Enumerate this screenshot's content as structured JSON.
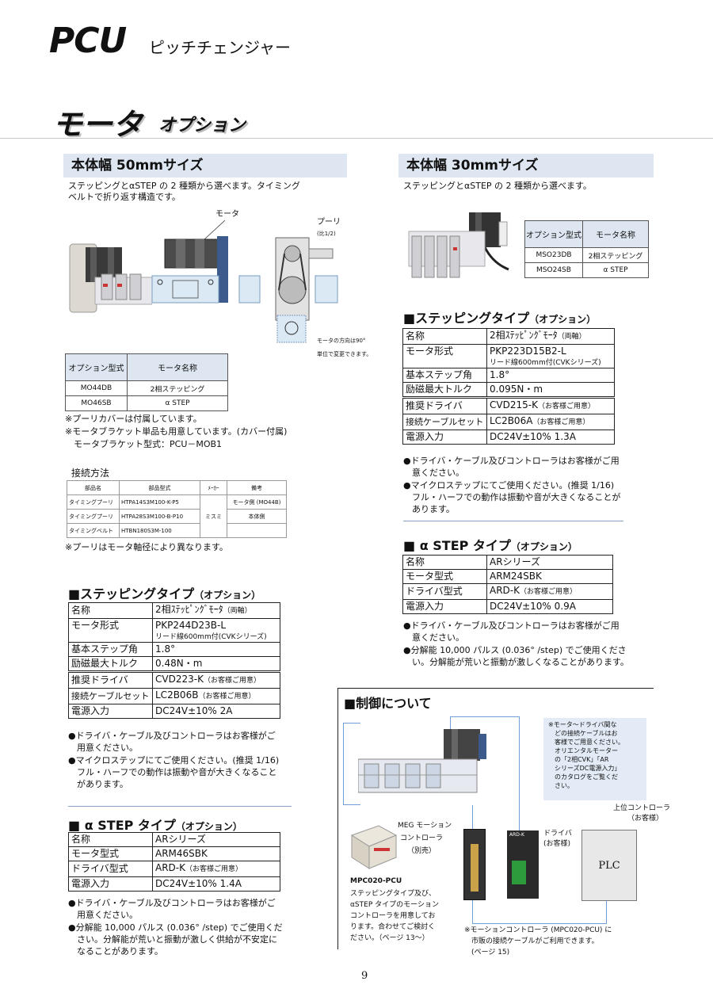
{
  "header": {
    "logo": "PCU",
    "subtitle": "ピッチチェンジャー",
    "title": "モータ",
    "title_suffix": "オプション"
  },
  "left": {
    "section_title": "本体幅 50mmサイズ",
    "intro": [
      "ステッピングとαSTEP の 2 種類から選べます。タイミング",
      "ベルトで折り返す構造です。"
    ],
    "diagram_labels": {
      "motor": "モータ",
      "pulley": "プーリ",
      "pulley_ratio": "(比1/2)",
      "orientation_note": [
        "モータの方向は90°",
        "単位で変更できます。"
      ]
    },
    "option_table": {
      "headers": [
        "オプション型式",
        "モータ名称"
      ],
      "rows": [
        [
          "MO44DB",
          "2相ステッピング"
        ],
        [
          "MO46SB",
          "α STEP"
        ]
      ]
    },
    "notes": [
      "※プーリカバーは付属しています。",
      "※モータブラケット単品も用意しています。(カバー付属)",
      "　モータブラケット型式：PCU－MOB1"
    ],
    "connection": {
      "title": "接続方法",
      "headers": [
        "部品名",
        "部品型式",
        "ﾒｰｶｰ",
        "備考"
      ],
      "rows": [
        [
          "タイミングプーリ",
          "HTPA14S3M100-K-P5",
          "",
          "モータ側 (MO44B)"
        ],
        [
          "タイミングプーリ",
          "HTPA28S3M100-B-P10",
          "ミスミ",
          "本体側"
        ],
        [
          "タイミングベルト",
          "HTBN180S3M-100",
          "",
          ""
        ]
      ],
      "note": "※プーリはモータ軸径により異なります。"
    },
    "stepping": {
      "title": "■ステッピングタイプ",
      "suffix": "（オプション）",
      "rows": [
        [
          "名称",
          "2相ｽﾃｯﾋﾟﾝｸﾞﾓｰﾀ",
          "（両軸）"
        ],
        [
          "モータ形式",
          "PKP244D23B-L",
          "リード線600mm付(CVKシリーズ)"
        ],
        [
          "基本ステップ角",
          "1.8°",
          ""
        ],
        [
          "励磁最大トルク",
          "0.48N・m",
          ""
        ],
        [
          "推奨ドライバ",
          "CVD223-K",
          "（お客様ご用意）"
        ],
        [
          "接続ケーブルセット",
          "LC2B06B",
          "（お客様ご用意）"
        ],
        [
          "電源入力",
          "DC24V±10%  2A",
          ""
        ]
      ],
      "bullets": [
        [
          "●ドライバ・ケーブル及びコントローラはお客様がご",
          "　用意ください。"
        ],
        [
          "●マイクロステップにてご使用ください。(推奨 1/16)",
          "　フル・ハーフでの動作は振動や音が大きくなること",
          "　があります。"
        ]
      ]
    },
    "astep": {
      "title": "■ α STEP タイプ",
      "suffix": "（オプション）",
      "rows": [
        [
          "名称",
          "ARシリーズ",
          ""
        ],
        [
          "モータ型式",
          "ARM46SBK",
          ""
        ],
        [
          "ドライバ型式",
          "ARD-K",
          "（お客様ご用意）"
        ],
        [
          "電源入力",
          "DC24V±10%  1.4A",
          ""
        ]
      ],
      "bullets": [
        [
          "●ドライバ・ケーブル及びコントローラはお客様がご",
          "　用意ください。"
        ],
        [
          "●分解能 10,000 パルス (0.036° /step) でご使用くだ",
          "　さい。分解能が荒いと振動が激しく供給が不安定に",
          "　なることがあります。"
        ]
      ]
    }
  },
  "right": {
    "section_title": "本体幅 30mmサイズ",
    "intro": "ステッピングとαSTEP の 2 種類から選べます。",
    "option_table": {
      "headers": [
        "オプション型式",
        "モータ名称"
      ],
      "rows": [
        [
          "MSO23DB",
          "2相ステッピング"
        ],
        [
          "MSO24SB",
          "α STEP"
        ]
      ]
    },
    "stepping": {
      "title": "■ステッピングタイプ",
      "suffix": "（オプション）",
      "rows": [
        [
          "名称",
          "2相ｽﾃｯﾋﾟﾝｸﾞﾓｰﾀ",
          "（両軸）"
        ],
        [
          "モータ形式",
          "PKP223D15B2-L",
          "リード線600mm付(CVKシリーズ)"
        ],
        [
          "基本ステップ角",
          "1.8°",
          ""
        ],
        [
          "励磁最大トルク",
          "0.095N・m",
          ""
        ],
        [
          "推奨ドライバ",
          "CVD215-K",
          "（お客様ご用意）"
        ],
        [
          "接続ケーブルセット",
          "LC2B06A",
          "（お客様ご用意）"
        ],
        [
          "電源入力",
          "DC24V±10%  1.3A",
          ""
        ]
      ],
      "bullets": [
        [
          "●ドライバ・ケーブル及びコントローラはお客様がご用",
          "　意ください。"
        ],
        [
          "●マイクロステップにてご使用ください。(推奨 1/16)",
          "　フル・ハーフでの動作は振動や音が大きくなることが",
          "　あります。"
        ]
      ]
    },
    "astep": {
      "title": "■ α STEP タイプ",
      "suffix": "（オプション）",
      "rows": [
        [
          "名称",
          "ARシリーズ",
          ""
        ],
        [
          "モータ型式",
          "ARM24SBK",
          ""
        ],
        [
          "ドライバ型式",
          "ARD-K",
          "（お客様ご用意）"
        ],
        [
          "電源入力",
          "DC24V±10%  0.9A",
          ""
        ]
      ],
      "bullets": [
        [
          "●ドライバ・ケーブル及びコントローラはお客様がご用",
          "　意ください。"
        ],
        [
          "●分解能 10,000 パルス (0.036° /step) でご使用くださ",
          "　い。分解能が荒いと振動が激しくなることがあります。"
        ]
      ]
    },
    "control": {
      "title": "■制御について",
      "info_note": [
        "※モータ～ドライバ間な",
        "　どの接続ケーブルはお",
        "　客様でご用意ください。",
        "　オリエンタルモーター",
        "　の「2相CVK」「AR",
        "　シリーズDC電源入力」",
        "　のカタログをご覧くだ",
        "　さい。"
      ],
      "upper_controller": "上位コントローラ",
      "upper_controller_sub": "（お客様）",
      "plc": "PLC",
      "driver": "ドライバ",
      "driver_sub": "(お客様)",
      "driver_model": "ARD-K",
      "meg_label": [
        "MEG モーション",
        "コントローラ",
        "（別売）"
      ],
      "product": "MPC020-PCU",
      "product_desc": [
        "ステッピングタイプ及び、",
        "αSTEP タイプのモーション",
        "コントローラを用意してお",
        "ります。合わせてご検討く",
        "ださい。（ページ 13～）"
      ],
      "cable_note": [
        "※モーションコントローラ (MPC020-PCU) に",
        "　市販の接続ケーブルがご利用できます。",
        "　(ページ 15)"
      ]
    }
  },
  "page_number": "9"
}
